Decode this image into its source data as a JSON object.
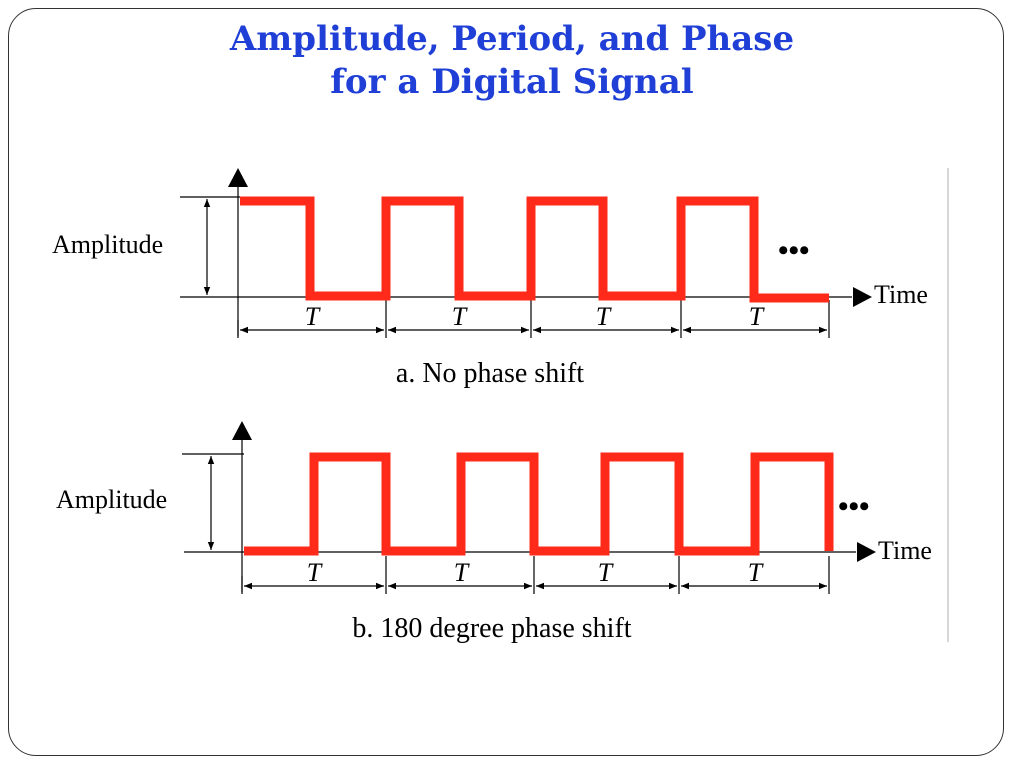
{
  "title": {
    "line1": "Amplitude, Period, and Phase",
    "line2": "for a Digital Signal"
  },
  "colors": {
    "title": "#1f3fd6",
    "signal": "#ff2a1a",
    "ink": "#000000"
  },
  "diagrams": [
    {
      "amplitude_label": "Amplitude",
      "time_label": "Time",
      "period_label": "T",
      "caption": "a. No phase shift",
      "continuation": "•••",
      "phase_shift_degrees": 0,
      "periods_shown": 4,
      "start_level": "high"
    },
    {
      "amplitude_label": "Amplitude",
      "time_label": "Time",
      "period_label": "T",
      "caption": "b. 180 degree phase shift",
      "continuation": "•••",
      "phase_shift_degrees": 180,
      "periods_shown": 4,
      "start_level": "low"
    }
  ]
}
